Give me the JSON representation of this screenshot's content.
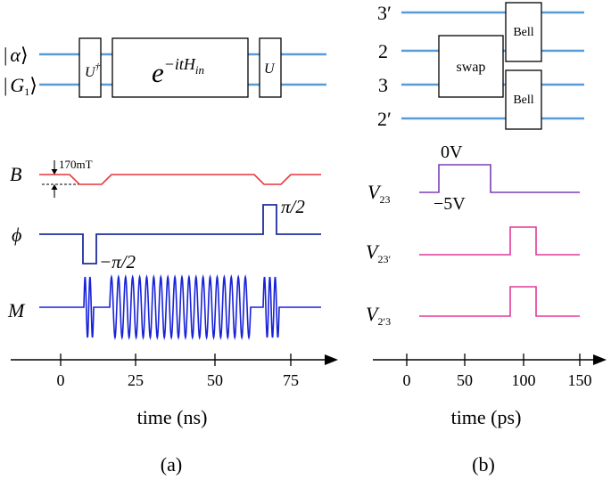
{
  "panel_a": {
    "label": "(a)",
    "circuit": {
      "wire_labels": [
        {
          "bar": "|",
          "sym": "α",
          "ket": "⟩"
        },
        {
          "bar": "|",
          "sym": "G",
          "sub": "1",
          "ket": "⟩"
        }
      ],
      "gates": {
        "u_dagger": {
          "base": "U",
          "sup": "†"
        },
        "evolution": {
          "base": "e",
          "sup": "−itH",
          "sup_sub": "in"
        },
        "u": {
          "base": "U"
        }
      }
    },
    "signals": {
      "B": {
        "label": "B",
        "annotation": "170mT"
      },
      "phi": {
        "label": "ϕ",
        "annotation_up": "π/2",
        "annotation_down": "−π/2"
      },
      "M": {
        "label": "M"
      }
    },
    "axis": {
      "ticks": [
        "0",
        "25",
        "50",
        "75"
      ],
      "xlabel": "time (ns)"
    }
  },
  "panel_b": {
    "label": "(b)",
    "circuit": {
      "wire_labels": [
        "3′",
        "2",
        "3",
        "2′"
      ],
      "gates": {
        "swap": "swap",
        "bell_top": "Bell",
        "bell_bottom": "Bell"
      }
    },
    "signals": [
      {
        "base": "V",
        "sub": "23",
        "annotation_top": "0V",
        "annotation_bottom": "−5V"
      },
      {
        "base": "V",
        "sub": "23′"
      },
      {
        "base": "V",
        "sub": "2′3"
      }
    ],
    "axis": {
      "ticks": [
        "0",
        "50",
        "100",
        "150"
      ],
      "xlabel": "time (ps)"
    }
  },
  "colors": {
    "wire": "#5b9bd5",
    "b_field": "#e8343a",
    "phi_pulse": "#1e2f9a",
    "m_drive": "#1822d8",
    "v23": "#7b3fb5",
    "v_pulse": "#e0399a",
    "axis": "#000000"
  }
}
